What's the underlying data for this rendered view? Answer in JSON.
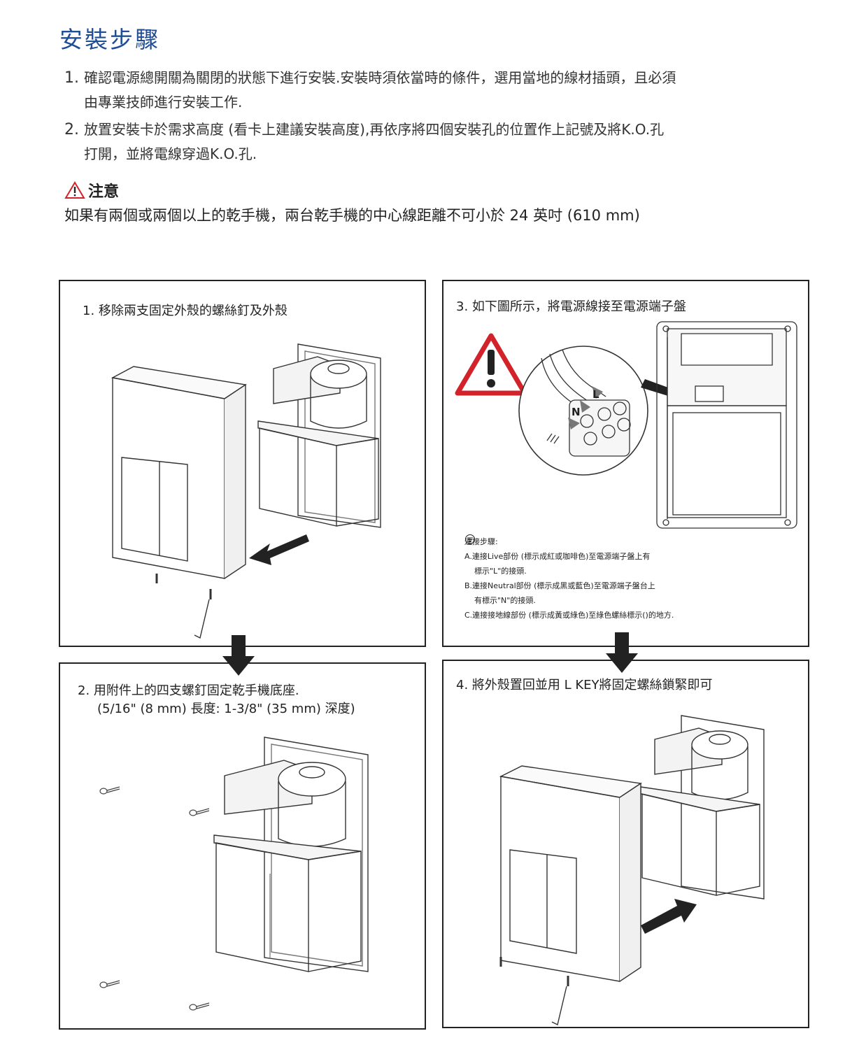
{
  "title": "安裝步驟",
  "steps": [
    {
      "num": "1.",
      "line1": "確認電源總開關為關閉的狀態下進行安裝.安裝時須依當時的條件，選用當地的線材插頭，且必須",
      "line2": "由專業技師進行安裝工作."
    },
    {
      "num": "2.",
      "line1": "放置安裝卡於需求高度 (看卡上建議安裝高度),再依序將四個安裝孔的位置作上記號及將K.O.孔",
      "line2": "打開，並將電線穿過K.O.孔."
    }
  ],
  "caution": {
    "title": "注意",
    "text": "如果有兩個或兩個以上的乾手機，兩台乾手機的中心線距離不可小於 24 英吋 (610 mm)"
  },
  "panels": {
    "p1": {
      "title": "1. 移除兩支固定外殼的螺絲釘及外殼"
    },
    "p2": {
      "title_line1": "2. 用附件上的四支螺釘固定乾手機底座.",
      "title_line2": "(5/16\" (8 mm) 長度: 1-3/8\" (35 mm) 深度)"
    },
    "p3": {
      "title": "3. 如下圖所示，將電源線接至電源端子盤",
      "terminal_labels": {
        "live": "L",
        "neutral": "N"
      },
      "instructions": {
        "heading": "連接步驟:",
        "a1": "A.連接Live部份 (標示成紅或咖啡色)至電源端子盤上有",
        "a2": "標示\"L\"的接頭.",
        "b1": "B.連接Neutral部份 (標示成黑或藍色)至電源端子盤台上",
        "b2": "有標示\"N\"的接頭.",
        "c_pre": "C.連接接地線部份 (標示成黃或綠色)至綠色螺絲標示(",
        "c_post": ")的地方."
      }
    },
    "p4": {
      "title": "4. 將外殼置回並用 L KEY將固定螺絲鎖緊即可"
    }
  },
  "colors": {
    "title_blue": "#1f4e96",
    "warning_red": "#d2232a"
  }
}
